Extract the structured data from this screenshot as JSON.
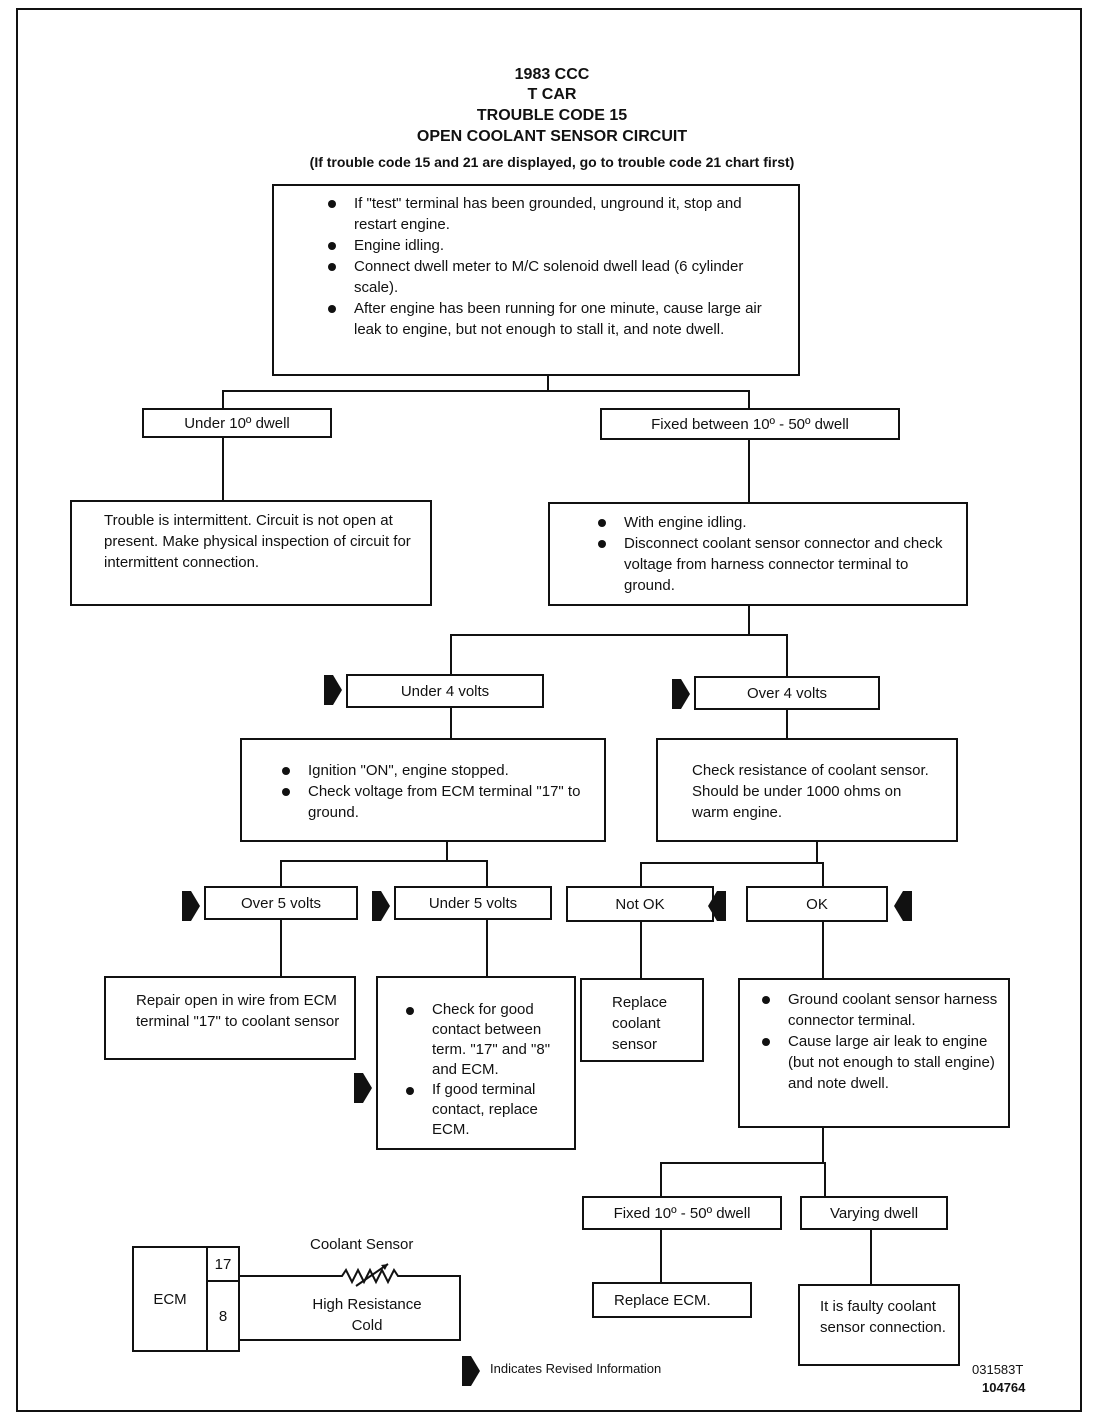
{
  "header": {
    "line1": "1983 CCC",
    "line2": "T CAR",
    "line3": "TROUBLE CODE 15",
    "line4": "OPEN COOLANT SENSOR CIRCUIT",
    "note": "(If trouble code 15 and 21 are displayed, go to trouble code 21 chart first)"
  },
  "start_box": {
    "items": [
      "If \"test\" terminal has been grounded, unground it, stop and restart engine.",
      "Engine idling.",
      "Connect dwell meter to M/C solenoid dwell lead (6 cylinder scale).",
      "After engine has been running for one minute, cause large air leak to engine, but not enough to stall it, and note dwell."
    ]
  },
  "labels": {
    "under10": "Under 10º dwell",
    "fixed10_50": "Fixed between 10º - 50º dwell",
    "under4": "Under 4 volts",
    "over4": "Over 4 volts",
    "over5": "Over 5 volts",
    "under5": "Under 5 volts",
    "notok": "Not OK",
    "ok": "OK",
    "fixed10_50b": "Fixed 10º - 50º dwell",
    "varying": "Varying dwell"
  },
  "boxes": {
    "intermittent": "Trouble is intermittent. Circuit is not open at present. Make physical inspection of circuit for intermittent connection.",
    "idle_check": [
      "With engine idling.",
      "Disconnect coolant sensor connector and check voltage from harness connector terminal to ground."
    ],
    "ignition_on": [
      "Ignition \"ON\", engine stopped.",
      "Check voltage from ECM terminal \"17\" to ground."
    ],
    "check_resistance": "Check resistance of coolant sensor. Should be under 1000 ohms on warm engine.",
    "repair_open": "Repair open in wire from ECM terminal \"17\" to coolant sensor",
    "check_contact": [
      "Check for good contact between term. \"17\" and \"8\" and ECM.",
      "If good terminal contact, replace ECM."
    ],
    "replace_sensor": "Replace coolant sensor",
    "ground_sensor": [
      "Ground coolant sensor harness connector terminal.",
      "Cause large air leak to engine (but not enough to stall engine) and note dwell."
    ],
    "replace_ecm": "Replace ECM.",
    "faulty_connection": "It is faulty coolant sensor connection."
  },
  "schematic": {
    "ecm": "ECM",
    "pin17": "17",
    "pin8": "8",
    "sensor_label": "Coolant Sensor",
    "note": "High Resistance Cold"
  },
  "footer": {
    "legend": "Indicates Revised Information",
    "code1": "031583T",
    "code2": "104764"
  }
}
